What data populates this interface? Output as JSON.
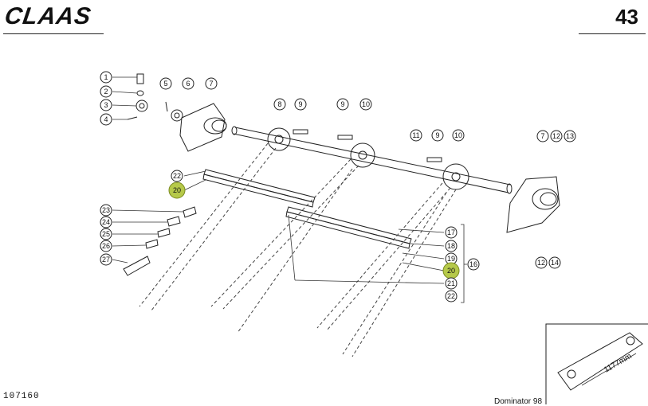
{
  "header": {
    "brand": "CLAAS",
    "page_number": "43"
  },
  "footer": {
    "document_id": "107160",
    "model_label": "Dominator 98"
  },
  "callouts": [
    {
      "id": "c1",
      "label": "1",
      "highlighted": false
    },
    {
      "id": "c2",
      "label": "2",
      "highlighted": false
    },
    {
      "id": "c3",
      "label": "3",
      "highlighted": false
    },
    {
      "id": "c4",
      "label": "4",
      "highlighted": false
    },
    {
      "id": "c5",
      "label": "5",
      "highlighted": false
    },
    {
      "id": "c6",
      "label": "6",
      "highlighted": false
    },
    {
      "id": "c7a",
      "label": "7",
      "highlighted": false
    },
    {
      "id": "c8",
      "label": "8",
      "highlighted": false
    },
    {
      "id": "c9a",
      "label": "9",
      "highlighted": false
    },
    {
      "id": "c9b",
      "label": "9",
      "highlighted": false
    },
    {
      "id": "c10a",
      "label": "10",
      "highlighted": false
    },
    {
      "id": "c11",
      "label": "11",
      "highlighted": false
    },
    {
      "id": "c9c",
      "label": "9",
      "highlighted": false
    },
    {
      "id": "c10b",
      "label": "10",
      "highlighted": false
    },
    {
      "id": "c7b",
      "label": "7",
      "highlighted": false
    },
    {
      "id": "c12a",
      "label": "12",
      "highlighted": false
    },
    {
      "id": "c13",
      "label": "13",
      "highlighted": false
    },
    {
      "id": "c22a",
      "label": "22",
      "highlighted": false
    },
    {
      "id": "c20a",
      "label": "20",
      "highlighted": true
    },
    {
      "id": "c23",
      "label": "23",
      "highlighted": false
    },
    {
      "id": "c24",
      "label": "24",
      "highlighted": false
    },
    {
      "id": "c25",
      "label": "25",
      "highlighted": false
    },
    {
      "id": "c26",
      "label": "26",
      "highlighted": false
    },
    {
      "id": "c27",
      "label": "27",
      "highlighted": false
    },
    {
      "id": "c17",
      "label": "17",
      "highlighted": false
    },
    {
      "id": "c18",
      "label": "18",
      "highlighted": false
    },
    {
      "id": "c19",
      "label": "19",
      "highlighted": false
    },
    {
      "id": "c20b",
      "label": "20",
      "highlighted": true
    },
    {
      "id": "c21",
      "label": "21",
      "highlighted": false
    },
    {
      "id": "c22b",
      "label": "22",
      "highlighted": false
    },
    {
      "id": "c16",
      "label": "16",
      "highlighted": false
    },
    {
      "id": "c12b",
      "label": "12",
      "highlighted": false
    },
    {
      "id": "c14",
      "label": "14",
      "highlighted": false
    }
  ],
  "inset": {
    "dimension_label": "1177mm"
  },
  "colors": {
    "highlight": "#b6c94a",
    "line": "#222222"
  }
}
